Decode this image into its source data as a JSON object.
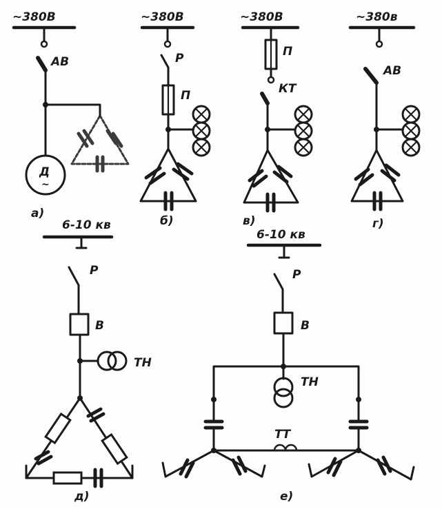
{
  "diagrams": [
    {
      "id": "a",
      "supply": "~380В",
      "caption": "а)",
      "switch": "АВ",
      "motor": "Д",
      "motor_sub": "~"
    },
    {
      "id": "b",
      "supply": "~380В",
      "caption": "б)",
      "switch": "Р",
      "fuse": "П"
    },
    {
      "id": "v",
      "supply": "~380В",
      "caption": "в)",
      "fuse": "П",
      "contactor": "КТ"
    },
    {
      "id": "g",
      "supply": "~380в",
      "caption": "г)",
      "switch": "АВ"
    },
    {
      "id": "d",
      "supply": "6-10 кв",
      "caption": "д)",
      "switch": "Р",
      "breaker": "В",
      "vt": "ТН"
    },
    {
      "id": "e",
      "supply": "6-10 кв",
      "caption": "е)",
      "switch": "Р",
      "breaker": "В",
      "vt": "ТН",
      "ct": "ТТ"
    }
  ]
}
